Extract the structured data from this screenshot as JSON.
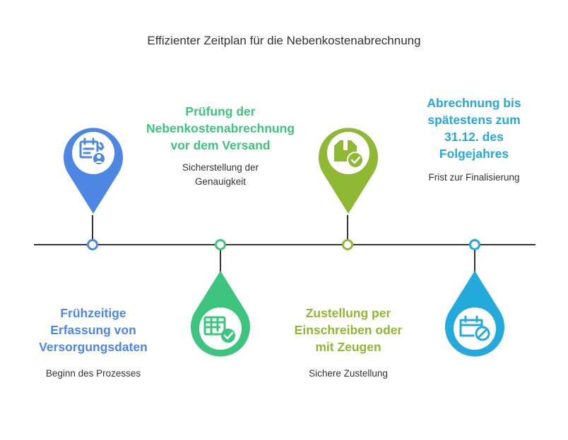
{
  "title": "Effizienter Zeitplan für die Nebenkostenabrechnung",
  "colors": {
    "step1": "#4e86e4",
    "step2": "#3dc47e",
    "step3": "#8fb833",
    "step4": "#23a9dc",
    "line": "#333333"
  },
  "steps": [
    {
      "heading": [
        "Frühzeitige",
        "Erfassung von",
        "Versorgungsdaten"
      ],
      "description": [
        "Beginn des Prozesses"
      ],
      "icon": "calendar-user-icon",
      "color": "#4e86e4"
    },
    {
      "heading": [
        "Prüfung der",
        "Nebenkostenabrechnung",
        "vor dem Versand"
      ],
      "description": [
        "Sicherstellung der",
        "Genauigkeit"
      ],
      "icon": "table-check-icon",
      "color": "#3dc47e"
    },
    {
      "heading": [
        "Zustellung per",
        "Einschreiben oder",
        "mit Zeugen"
      ],
      "description": [
        "Sichere Zustellung"
      ],
      "icon": "package-check-icon",
      "color": "#8fb833"
    },
    {
      "heading": [
        "Abrechnung bis",
        "spätestens zum",
        "31.12. des",
        "Folgejahres"
      ],
      "description": [
        "Frist zur Finalisierung"
      ],
      "icon": "calendar-blocked-icon",
      "color": "#23a9dc"
    }
  ]
}
